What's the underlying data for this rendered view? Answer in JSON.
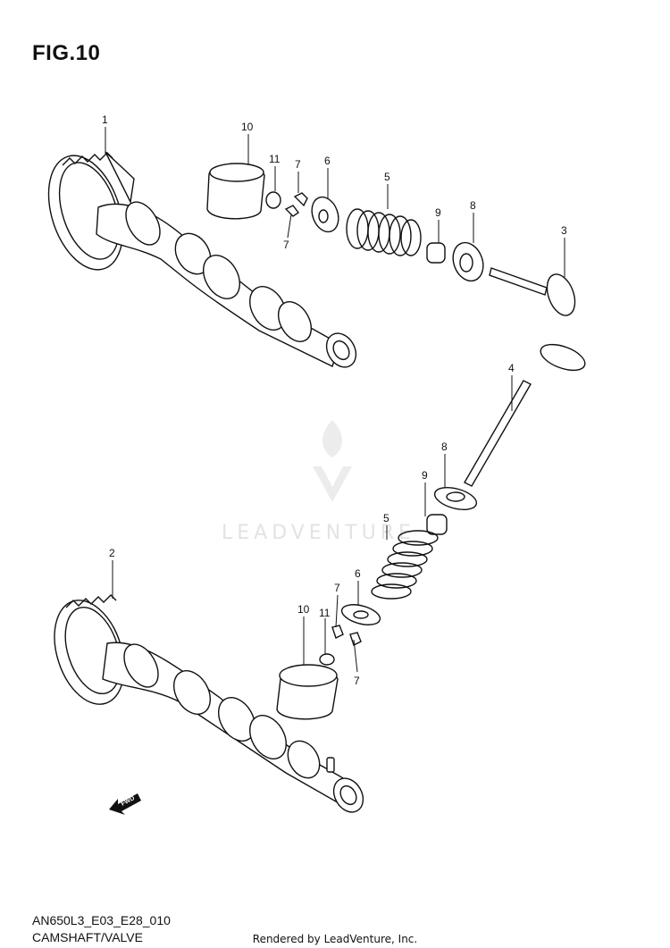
{
  "figure": {
    "title": "FIG.10"
  },
  "watermark": {
    "text": "LEADVENTURE"
  },
  "callouts": {
    "camshaft_1": "1",
    "camshaft_2": "2",
    "valve_3": "3",
    "valve_4": "4",
    "spring_5": "5",
    "spring_5b": "5",
    "retainer_6": "6",
    "retainer_6b": "6",
    "cotter_7a": "7",
    "cotter_7b": "7",
    "cotter_7c": "7",
    "cotter_7d": "7",
    "seat_8": "8",
    "seat_8b": "8",
    "seal_9": "9",
    "seal_9b": "9",
    "tappet_10": "10",
    "tappet_10b": "10",
    "shim_11": "11",
    "shim_11b": "11"
  },
  "direction_tag": {
    "text": "FWD"
  },
  "catalog": {
    "code": "AN650L3_E03_E28_010",
    "name": "CAMSHAFT/VALVE"
  },
  "footer": {
    "text": "Rendered by LeadVenture, Inc."
  }
}
